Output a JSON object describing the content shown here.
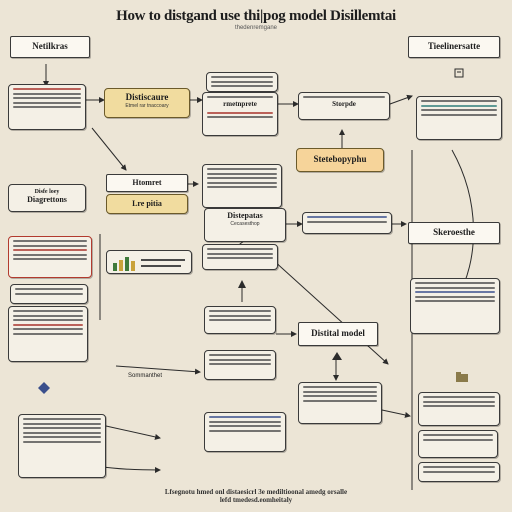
{
  "title": "How to distgand use thi|pog model Disillemtai",
  "subtitle": "thedenremgane",
  "nodes": {
    "notilkras": "Netilkras",
    "tieelinersatte": "Tieelinersatte",
    "distiscaure": "Distiscaure",
    "distiscaure_sub": "Etmel rar tnaccoary",
    "meraprete": "rmetnprete",
    "storpde": "Storpde",
    "steteeopyphu": "Stetebopyphu",
    "htomret": "Htomret",
    "lrepitia": "Lre pitia",
    "disfe_loey": "Disfe loey",
    "diagrettons": "Diagrettons",
    "distepatas": "Distepatas",
    "distepatas_sub": "Cecasesthop",
    "skeroesthe": "Skeroesthe",
    "distital_model": "Distital model",
    "sommanthet": "Sommanthet"
  },
  "caption": {
    "line1": "Lfsegnotu hmed onl distaesicrl 3e mediltioonal amedg orsalle",
    "line2": "lefd tmedesd.eomheitaly"
  },
  "colors": {
    "background": "#ece5d6",
    "box_fill": "#f7f3ea",
    "highlight_tan": "#f1dc9f",
    "highlight_orange": "#f6d49a",
    "edge": "#2b2b2b",
    "accent_red": "#b23a2e"
  }
}
